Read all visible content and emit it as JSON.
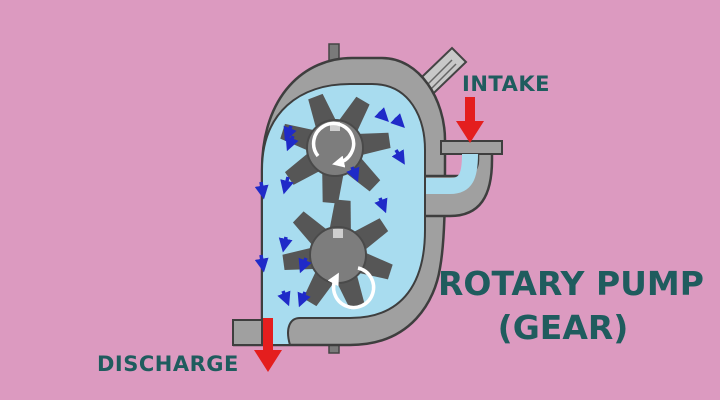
{
  "labels": {
    "intake": "INTAKE",
    "discharge": "DISCHARGE"
  },
  "title": {
    "line1": "ROTARY PUMP",
    "line2": "(GEAR)"
  },
  "colors": {
    "background": "#dc9ac0",
    "casing": "#9b9b9b",
    "fluid": "#a8dcef",
    "gear": "#565656",
    "arrow_flow": "#1f2ac8",
    "arrow_io": "#e41e1e",
    "text": "#1f5c5e"
  },
  "icons": {
    "flow": "flow-arrow-icon",
    "rotation": "rotation-arrow-icon",
    "intake": "intake-arrow-icon",
    "discharge": "discharge-arrow-icon"
  }
}
